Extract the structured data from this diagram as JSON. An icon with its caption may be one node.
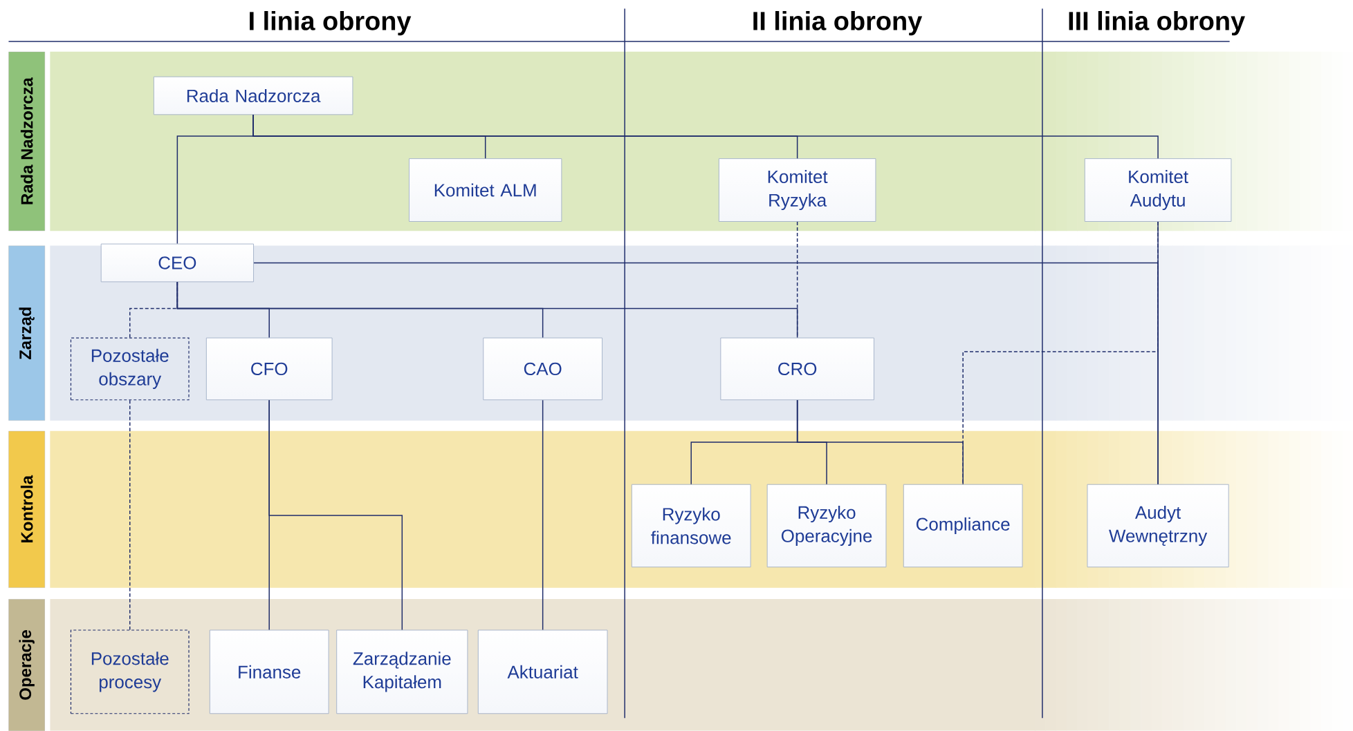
{
  "diagram": {
    "nodes": [
      {
        "text": [
          "Rada Nadzorcza"
        ]
      },
      {
        "text": [
          "Zarząd"
        ]
      },
      {
        "text": [
          "Kontrola"
        ]
      },
      {
        "text": [
          "Operacje"
        ]
      },
      {
        "text": [
          "Rada Nadzorcza"
        ]
      },
      {
        "text": [
          "Komitet ALM"
        ]
      },
      {
        "text": [
          "Komitet Ryzyka"
        ]
      },
      {
        "text": [
          "Komitet Audytu"
        ]
      },
      {
        "text": [
          "CEO"
        ]
      },
      {
        "text": [
          "Pozostałe obszary"
        ]
      },
      {
        "text": [
          "CFO"
        ]
      },
      {
        "text": [
          "CAO"
        ]
      },
      {
        "text": [
          "CRO"
        ]
      },
      {
        "text": [
          "Ryzyko finansowe"
        ]
      },
      {
        "text": [
          "Ryzyko Operacyjne"
        ]
      },
      {
        "text": [
          "Compliance"
        ]
      },
      {
        "text": [
          "Audyt Wewnętrzny"
        ]
      },
      {
        "text": [
          "Pozostałe procesy"
        ]
      },
      {
        "text": [
          "Finanse"
        ]
      },
      {
        "text": [
          "Zarządzanie Kapitałem"
        ]
      },
      {
        "text": [
          "Aktuariat"
        ]
      }
    ],
    "edges": [
      {
        "from": 4,
        "to": 8,
        "arrow": "none"
      },
      {
        "from": 4,
        "to": 5,
        "arrow": "none"
      },
      {
        "from": 4,
        "to": 6,
        "arrow": "none"
      },
      {
        "from": 4,
        "to": 7,
        "arrow": "none"
      },
      {
        "from": 8,
        "to": 16,
        "arrow": "none"
      },
      {
        "from": 7,
        "to": 16,
        "arrow": "none"
      },
      {
        "from": 8,
        "to": 9,
        "arrow": "none",
        "style": "dashed"
      },
      {
        "from": 8,
        "to": 10,
        "arrow": "none"
      },
      {
        "from": 8,
        "to": 11,
        "arrow": "none"
      },
      {
        "from": 8,
        "to": 12,
        "arrow": "none"
      },
      {
        "from": 6,
        "to": 12,
        "arrow": "none",
        "style": "dashed"
      },
      {
        "from": 12,
        "to": 13,
        "arrow": "none"
      },
      {
        "from": 12,
        "to": 14,
        "arrow": "none"
      },
      {
        "from": 12,
        "to": 15,
        "arrow": "none"
      },
      {
        "from": 7,
        "to": 15,
        "arrow": "none",
        "style": "dashed"
      },
      {
        "from": 9,
        "to": 17,
        "arrow": "none",
        "style": "dashed"
      },
      {
        "from": 10,
        "to": 18,
        "arrow": "none"
      },
      {
        "from": 10,
        "to": 19,
        "arrow": "none"
      },
      {
        "from": 11,
        "to": 20,
        "arrow": "none"
      }
    ],
    "labels": [
      "I linia obrony",
      "II linia obrony",
      "III linia obrony"
    ]
  }
}
